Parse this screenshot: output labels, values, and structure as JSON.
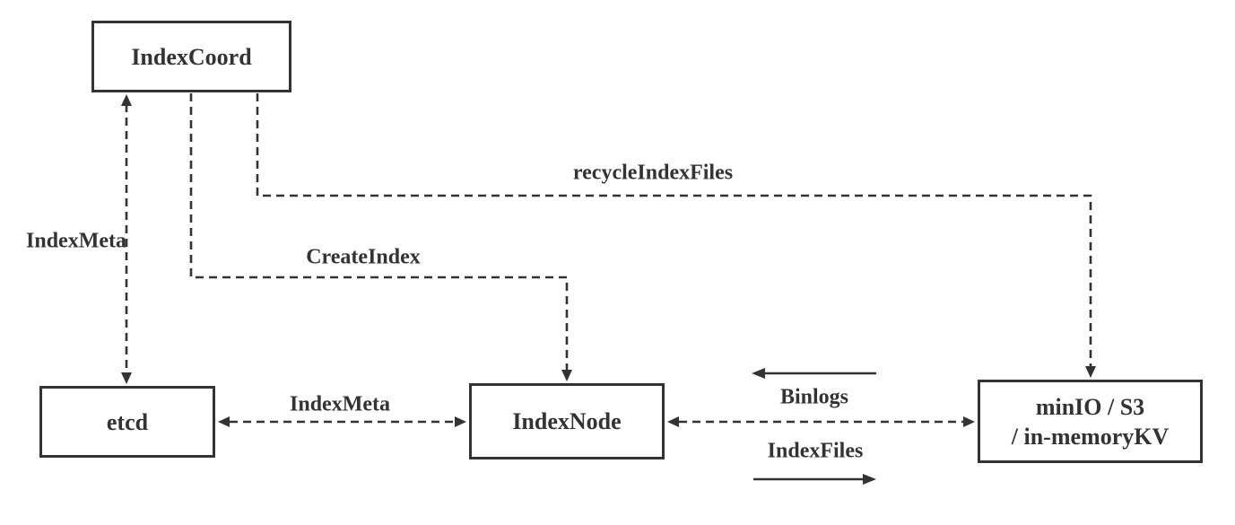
{
  "nodes": {
    "indexcoord": {
      "label": "IndexCoord"
    },
    "etcd": {
      "label": "etcd"
    },
    "indexnode": {
      "label": "IndexNode"
    },
    "storage": {
      "line1": "minIO / S3",
      "line2": "/ in-memoryKV"
    }
  },
  "edges": {
    "indexmeta_left": {
      "label": "IndexMeta",
      "from": "IndexCoord",
      "to": "etcd",
      "direction": "bidirectional",
      "style": "dashed"
    },
    "create_index": {
      "label": "CreateIndex",
      "from": "IndexCoord",
      "to": "IndexNode",
      "direction": "one-way",
      "style": "dashed"
    },
    "recycle_index_files": {
      "label": "recycleIndexFiles",
      "from": "IndexCoord",
      "to": "minIO / S3 / in-memoryKV",
      "direction": "one-way",
      "style": "dashed"
    },
    "indexmeta_middle": {
      "label": "IndexMeta",
      "from": "etcd",
      "to": "IndexNode",
      "direction": "bidirectional",
      "style": "dashed"
    },
    "storage_link": {
      "label": "",
      "from": "IndexNode",
      "to": "minIO / S3 / in-memoryKV",
      "direction": "bidirectional",
      "style": "dashed"
    },
    "binlogs": {
      "label": "Binlogs",
      "direction": "left",
      "style": "solid"
    },
    "index_files": {
      "label": "IndexFiles",
      "direction": "right",
      "style": "solid"
    }
  },
  "colors": {
    "line": "#333333",
    "text": "#333333",
    "background": "#ffffff"
  }
}
